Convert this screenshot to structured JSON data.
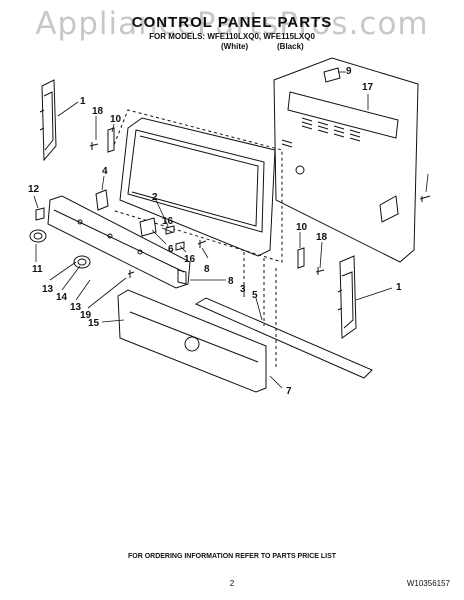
{
  "watermark": "AppliancePartsPros.com",
  "title": "CONTROL PANEL PARTS",
  "models_line": "FOR MODELS: WFE110LXQ0, WFE115LXQ0",
  "variants": [
    "(White)",
    "(Black)"
  ],
  "footer_note": "FOR ORDERING INFORMATION REFER TO PARTS PRICE LIST",
  "page_number": "2",
  "document_number": "W10356157",
  "callouts": [
    "1",
    "18",
    "10",
    "9",
    "17",
    "12",
    "4",
    "2",
    "16",
    "6",
    "16",
    "8",
    "3",
    "8",
    "5",
    "11",
    "13",
    "14",
    "13",
    "19",
    "15",
    "10",
    "18",
    "1",
    "7"
  ]
}
